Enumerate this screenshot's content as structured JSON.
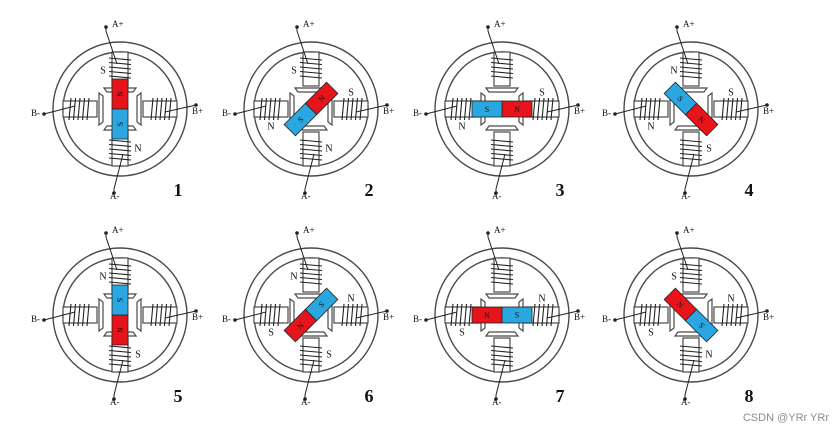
{
  "colors": {
    "north": "#e8141c",
    "south": "#2aa6e0",
    "line": "#4a4a4a"
  },
  "labels": {
    "a_plus": "A+",
    "a_minus": "A-",
    "b_plus": "B+",
    "b_minus": "B-"
  },
  "steps": [
    {
      "number": "1",
      "rotor_angle_deg": 90,
      "rotor_north": "top",
      "poles": {
        "top": "S",
        "bottom": "N",
        "left": "",
        "right": ""
      }
    },
    {
      "number": "2",
      "rotor_angle_deg": 45,
      "rotor_north": "top-right",
      "poles": {
        "top": "S",
        "bottom": "N",
        "left": "N",
        "right": "S"
      }
    },
    {
      "number": "3",
      "rotor_angle_deg": 0,
      "rotor_north": "right",
      "poles": {
        "top": "",
        "bottom": "",
        "left": "N",
        "right": "S"
      }
    },
    {
      "number": "4",
      "rotor_angle_deg": -45,
      "rotor_north": "bottom-right",
      "poles": {
        "top": "N",
        "bottom": "S",
        "left": "N",
        "right": "S"
      }
    },
    {
      "number": "5",
      "rotor_angle_deg": -90,
      "rotor_north": "bottom",
      "poles": {
        "top": "N",
        "bottom": "S",
        "left": "",
        "right": ""
      }
    },
    {
      "number": "6",
      "rotor_angle_deg": -135,
      "rotor_north": "bottom-left",
      "poles": {
        "top": "N",
        "bottom": "S",
        "left": "S",
        "right": "N"
      }
    },
    {
      "number": "7",
      "rotor_angle_deg": 180,
      "rotor_north": "left",
      "poles": {
        "top": "",
        "bottom": "",
        "left": "S",
        "right": "N"
      }
    },
    {
      "number": "8",
      "rotor_angle_deg": 135,
      "rotor_north": "top-left",
      "poles": {
        "top": "S",
        "bottom": "N",
        "left": "S",
        "right": "N"
      }
    }
  ],
  "watermark": "CSDN @YRr YRr"
}
